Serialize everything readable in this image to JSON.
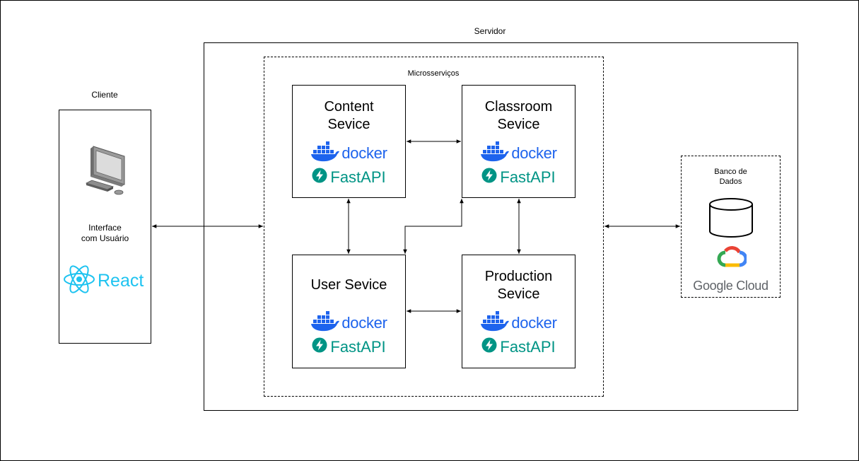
{
  "labels": {
    "servidor": "Servidor",
    "cliente": "Cliente",
    "microsservicos": "Microsserviços",
    "interface": "Interface\ncom Usuário",
    "banco": "Banco de\nDados"
  },
  "client": {
    "framework_logo": "React",
    "icon": "desktop-computer-icon"
  },
  "services": [
    {
      "title": "Content\nSevice",
      "container_logo": "docker",
      "api_logo": "FastAPI"
    },
    {
      "title": "Classroom\nSevice",
      "container_logo": "docker",
      "api_logo": "FastAPI"
    },
    {
      "title": "User Sevice",
      "container_logo": "docker",
      "api_logo": "FastAPI"
    },
    {
      "title": "Production\nSevice",
      "container_logo": "docker",
      "api_logo": "FastAPI"
    }
  ],
  "database": {
    "icon": "database-cylinder-icon",
    "cloud_google": "Google",
    "cloud_word": "Cloud"
  },
  "colors": {
    "docker": "#1d63ed",
    "fastapi": "#009485",
    "react": "#1ec3f0",
    "google_gray": "#5f6368"
  }
}
